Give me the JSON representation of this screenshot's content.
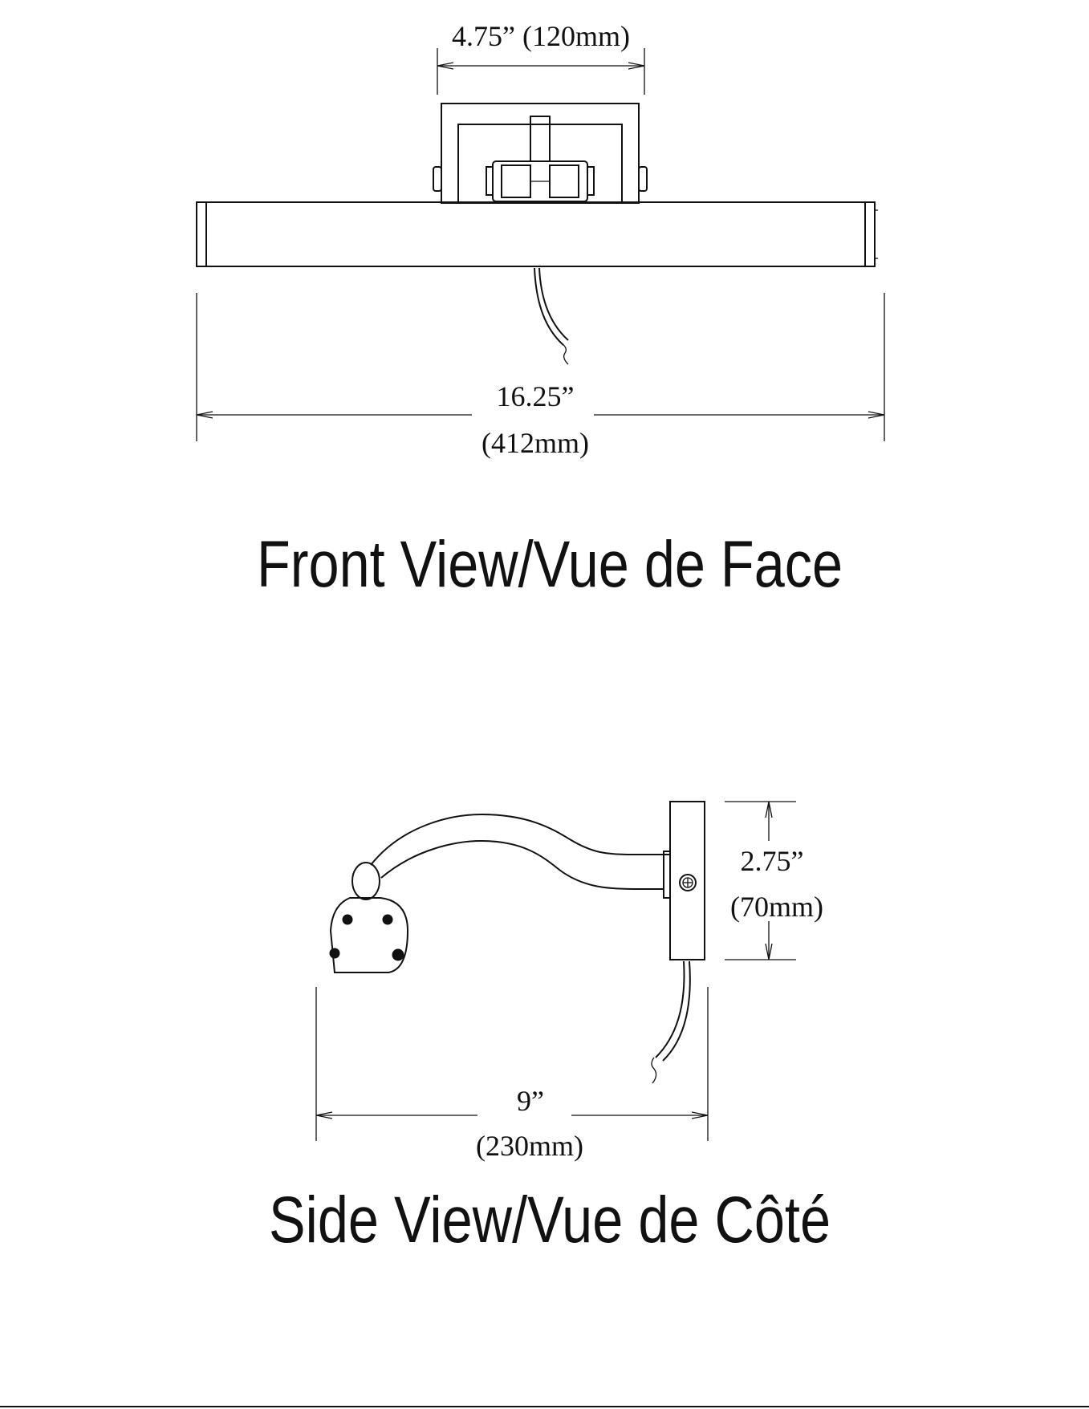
{
  "front_view": {
    "title": "Front View/Vue de Face",
    "dims": {
      "top_width": "4.75” (120mm)",
      "overall_width_in": "16.25”",
      "overall_width_mm": "(412mm)"
    }
  },
  "side_view": {
    "title": "Side View/Vue de Côté",
    "dims": {
      "height_in": "2.75”",
      "height_mm": "(70mm)",
      "depth_in": "9”",
      "depth_mm": "(230mm)"
    }
  }
}
